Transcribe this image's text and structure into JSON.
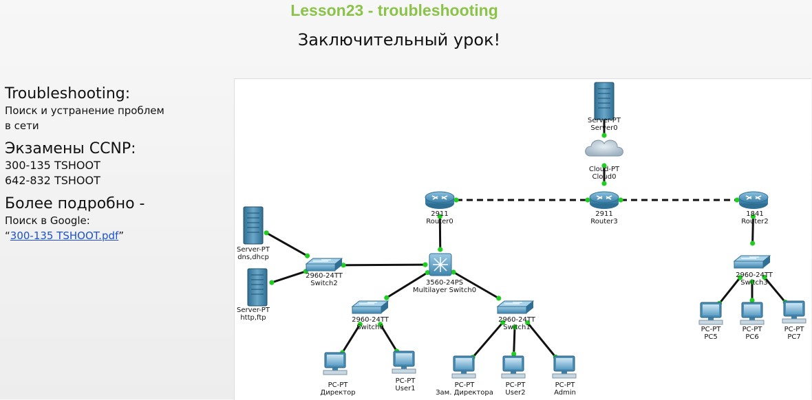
{
  "header": {
    "title": "Lesson23 - troubleshooting",
    "subtitle": "Заключительный урок!"
  },
  "left_panel": {
    "heading1": "Troubleshooting:",
    "text1_line1": "Поиск и устранение проблем",
    "text1_line2": "в сети",
    "heading2": "Экзамены CCNP:",
    "exam1": "300-135 TSHOOT",
    "exam2": "642-832 TSHOOT",
    "heading3": "Более подробно -",
    "text3": "Поиск в Google:",
    "quote_open": "“",
    "link_text": "300-135 TSHOOT.pdf",
    "quote_close": "”"
  },
  "colors": {
    "title_green": "#8bc34a",
    "link_blue": "#1a4fd6",
    "port_green": "#22cc22",
    "device_blue": "#4a90b8"
  },
  "diagram": {
    "nodes": [
      {
        "id": "server0",
        "kind": "server",
        "line1": "Server-PT",
        "line2": "Server0"
      },
      {
        "id": "cloud0",
        "kind": "cloud",
        "line1": "Cloud-PT",
        "line2": "Cloud0"
      },
      {
        "id": "router0",
        "kind": "router",
        "line1": "2911",
        "line2": "Router0"
      },
      {
        "id": "router3",
        "kind": "router",
        "line1": "2911",
        "line2": "Router3"
      },
      {
        "id": "router2",
        "kind": "router",
        "line1": "1841",
        "line2": "Router2"
      },
      {
        "id": "srv_dns",
        "kind": "server",
        "line1": "Server-PT",
        "line2": "dns,dhcp"
      },
      {
        "id": "srv_http",
        "kind": "server",
        "line1": "Server-PT",
        "line2": "http,ftp"
      },
      {
        "id": "switch2",
        "kind": "switch",
        "line1": "2960-24TT",
        "line2": "Switch2"
      },
      {
        "id": "mls0",
        "kind": "mlswitch",
        "line1": "3560-24PS",
        "line2": "Multilayer Switch0"
      },
      {
        "id": "switch0",
        "kind": "switch",
        "line1": "2960-24TT",
        "line2": "Switch0"
      },
      {
        "id": "switch1",
        "kind": "switch",
        "line1": "2960-24TT",
        "line2": "Switch1"
      },
      {
        "id": "switch3",
        "kind": "switch",
        "line1": "2960-24TT",
        "line2": "Switch3"
      },
      {
        "id": "pc_dir",
        "kind": "pc",
        "line1": "PC-PT",
        "line2": "Директор"
      },
      {
        "id": "pc_user1",
        "kind": "pc",
        "line1": "PC-PT",
        "line2": "User1"
      },
      {
        "id": "pc_zam",
        "kind": "pc",
        "line1": "PC-PT",
        "line2": "Зам. Директора"
      },
      {
        "id": "pc_user2",
        "kind": "pc",
        "line1": "PC-PT",
        "line2": "User2"
      },
      {
        "id": "pc_admin",
        "kind": "pc",
        "line1": "PC-PT",
        "line2": "Admin"
      },
      {
        "id": "pc5",
        "kind": "pc",
        "line1": "PC-PT",
        "line2": "PC5"
      },
      {
        "id": "pc6",
        "kind": "pc",
        "line1": "PC-PT",
        "line2": "PC6"
      },
      {
        "id": "pc7",
        "kind": "pc",
        "line1": "PC-PT",
        "line2": "PC7"
      }
    ],
    "links": [
      {
        "from": "server0",
        "to": "cloud0",
        "style": "solid"
      },
      {
        "from": "cloud0",
        "to": "router3",
        "style": "solid"
      },
      {
        "from": "router0",
        "to": "router3",
        "style": "dashed"
      },
      {
        "from": "router3",
        "to": "router2",
        "style": "dashed"
      },
      {
        "from": "router0",
        "to": "mls0",
        "style": "solid"
      },
      {
        "from": "router2",
        "to": "switch3",
        "style": "solid"
      },
      {
        "from": "srv_dns",
        "to": "switch2",
        "style": "solid"
      },
      {
        "from": "srv_http",
        "to": "switch2",
        "style": "solid"
      },
      {
        "from": "switch2",
        "to": "mls0",
        "style": "solid"
      },
      {
        "from": "mls0",
        "to": "switch0",
        "style": "solid"
      },
      {
        "from": "mls0",
        "to": "switch1",
        "style": "solid"
      },
      {
        "from": "switch0",
        "to": "pc_dir",
        "style": "solid"
      },
      {
        "from": "switch0",
        "to": "pc_user1",
        "style": "solid"
      },
      {
        "from": "switch1",
        "to": "pc_zam",
        "style": "solid"
      },
      {
        "from": "switch1",
        "to": "pc_user2",
        "style": "solid"
      },
      {
        "from": "switch1",
        "to": "pc_admin",
        "style": "solid"
      },
      {
        "from": "switch3",
        "to": "pc5",
        "style": "solid"
      },
      {
        "from": "switch3",
        "to": "pc6",
        "style": "solid"
      },
      {
        "from": "switch3",
        "to": "pc7",
        "style": "solid"
      }
    ]
  }
}
